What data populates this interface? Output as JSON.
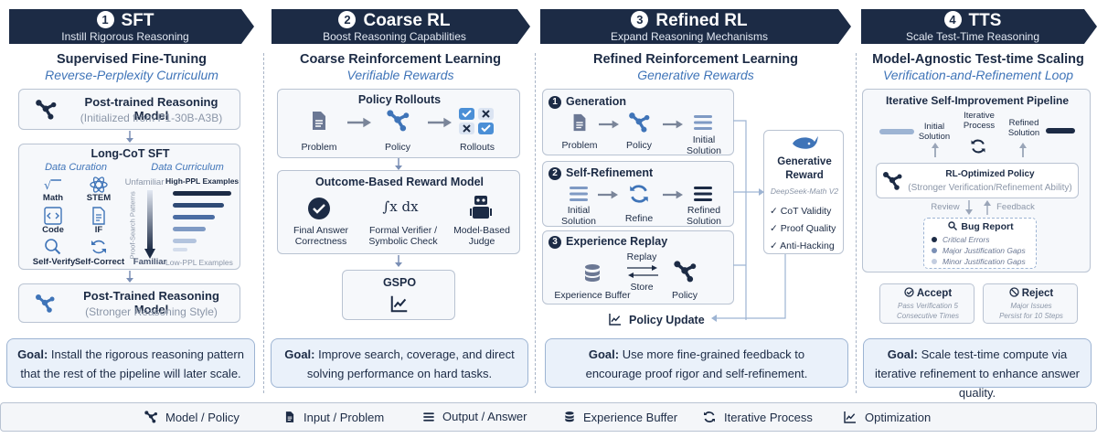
{
  "stages": [
    {
      "num": "1",
      "title": "SFT",
      "subtitle": "Instill Rigorous Reasoning",
      "heading": "Supervised Fine-Tuning",
      "tagline": "Reverse-Perplexity Curriculum"
    },
    {
      "num": "2",
      "title": "Coarse RL",
      "subtitle": "Boost Reasoning Capabilities",
      "heading": "Coarse Reinforcement Learning",
      "tagline": "Verifiable Rewards"
    },
    {
      "num": "3",
      "title": "Refined RL",
      "subtitle": "Expand Reasoning Mechanisms",
      "heading": "Refined Reinforcement Learning",
      "tagline": "Generative Rewards"
    },
    {
      "num": "4",
      "title": "TTS",
      "subtitle": "Scale Test-Time Reasoning",
      "heading": "Model-Agnostic Test-time Scaling",
      "tagline": "Verification-and-Refinement Loop"
    }
  ],
  "sft": {
    "post_trained_title": "Post-trained Reasoning Model",
    "post_trained_sub": "(Initialized from P1-30B-A3B)",
    "longcot_title": "Long-CoT SFT",
    "curation_label": "Data Curation",
    "curriculum_label": "Data Curriculum",
    "cur_items": [
      "Math",
      "STEM",
      "Code",
      "IF",
      "Self-Verify",
      "Self-Correct"
    ],
    "unfamiliar": "Unfamiliar",
    "familiar": "Familiar",
    "axis_label": "Proof-Search Patterns",
    "high_ppl": "High-PPL Examples",
    "low_ppl": "Low-PPL Examples",
    "final_title": "Post-Trained Reasoning Model",
    "final_sub": "(Stronger Reasoning Style)",
    "goal_bold": "Goal:",
    "goal_text": " Install the rigorous reasoning pattern that the rest of the pipeline will later scale."
  },
  "coarse": {
    "rollouts_title": "Policy Rollouts",
    "problem": "Problem",
    "policy": "Policy",
    "rollouts": "Rollouts",
    "orm_title": "Outcome-Based Reward Model",
    "integral": "∫x dx",
    "r1": "Final Answer Correctness",
    "r2": "Formal Verifier / Symbolic Check",
    "r3": "Model-Based Judge",
    "gspo": "GSPO",
    "goal_bold": "Goal:",
    "goal_text": " Improve search, coverage, and direct solving performance on hard tasks."
  },
  "refined": {
    "gen_num": "1",
    "gen_title": "Generation",
    "problem": "Problem",
    "policy": "Policy",
    "initial_solution": "Initial Solution",
    "sr_num": "2",
    "sr_title": "Self-Refinement",
    "refine": "Refine",
    "refined_solution": "Refined Solution",
    "er_num": "3",
    "er_title": "Experience Replay",
    "replay": "Replay",
    "store": "Store",
    "experience_buffer": "Experience Buffer",
    "policy_update": "Policy Update",
    "gr_title": "Generative Reward",
    "gr_model": "DeepSeek-Math V2",
    "checks": [
      "✓ CoT Validity",
      "✓ Proof Quality",
      "✓ Anti-Hacking"
    ],
    "goal_bold": "Goal:",
    "goal_text": " Use more fine-grained feedback to encourage proof rigor and self-refinement."
  },
  "tts": {
    "pipeline_title": "Iterative Self-Improvement Pipeline",
    "initial_solution": "Initial Solution",
    "iterative_process": "Iterative Process",
    "refined_solution": "Refined Solution",
    "policy_title": "RL-Optimized Policy",
    "policy_sub": "(Stronger Verification/Refinement Ability)",
    "review": "Review",
    "feedback": "Feedback",
    "bug_title": "Bug Report",
    "bugs": [
      "Critical Errors",
      "Major Justification Gaps",
      "Minor Justification Gaps"
    ],
    "bug_colors": [
      "#1c2b45",
      "#7a8fb5",
      "#c3cde0"
    ],
    "accept": "Accept",
    "accept_sub": "Pass Verification 5 Consecutive Times",
    "reject": "Reject",
    "reject_sub": "Major Issues Persist for 10 Steps",
    "goal_bold": "Goal:",
    "goal_text": " Scale test-time compute via iterative refinement to enhance answer quality."
  },
  "legend": [
    "Model / Policy",
    "Input / Problem",
    "Output / Answer",
    "Experience Buffer",
    "Iterative Process",
    "Optimization"
  ],
  "colors": {
    "navy": "#1c2b45",
    "accent": "#3f74b8",
    "panel": "#f6f8fb",
    "goal_bg": "#eaf1fa"
  }
}
